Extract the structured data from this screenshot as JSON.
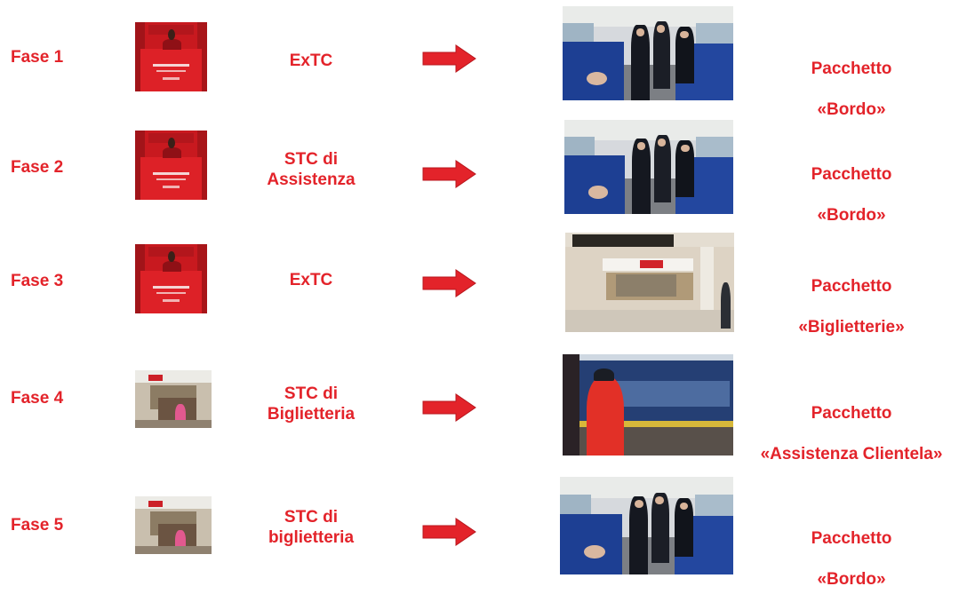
{
  "rows": [
    {
      "phase": "Fase 1",
      "service": "ExTC",
      "package_line1": "Pacchetto",
      "package_line2": "«Bordo»"
    },
    {
      "phase": "Fase 2",
      "service": "STC di\nAssistenza",
      "package_line1": "Pacchetto",
      "package_line2": "«Bordo»"
    },
    {
      "phase": "Fase 3",
      "service": "ExTC",
      "package_line1": "Pacchetto",
      "package_line2": "«Biglietterie»"
    },
    {
      "phase": "Fase 4",
      "service": "STC di\nBiglietteria",
      "package_line1": "Pacchetto",
      "package_line2": "«Assistenza Clientela»"
    },
    {
      "phase": "Fase 5",
      "service": "STC di\nbiglietteria",
      "package_line1": "Pacchetto",
      "package_line2": "«Bordo»"
    }
  ],
  "colors": {
    "accent": "#e3232a",
    "arrow_fill": "#e3232a",
    "arrow_stroke": "#b8161c"
  },
  "icons": {
    "arrow": "right-arrow-icon"
  }
}
